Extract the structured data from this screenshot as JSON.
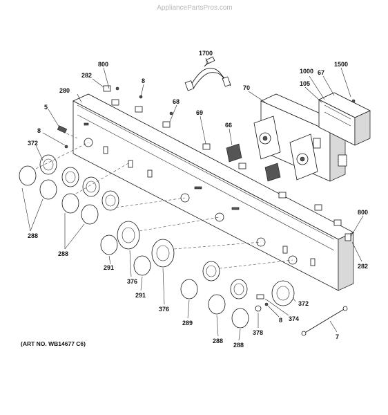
{
  "watermark": "AppliancePartsPros.com",
  "art_number": "(ART NO. WB14677 C6)",
  "callouts": {
    "c1700": "1700",
    "c800a": "800",
    "c282a": "282",
    "c8a": "8",
    "c280": "280",
    "c5": "5",
    "c8b": "8",
    "c372a": "372",
    "c288a": "288",
    "c288b": "288",
    "c68": "68",
    "c69": "69",
    "c66": "66",
    "c70": "70",
    "c1000": "1000",
    "c67": "67",
    "c1500": "1500",
    "c105": "105",
    "c800b": "800",
    "c282b": "282",
    "c291a": "291",
    "c376a": "376",
    "c291b": "291",
    "c376b": "376",
    "c289": "289",
    "c288c": "288",
    "c288d": "288",
    "c378": "378",
    "c8c": "8",
    "c374": "374",
    "c372b": "372",
    "c7": "7"
  }
}
